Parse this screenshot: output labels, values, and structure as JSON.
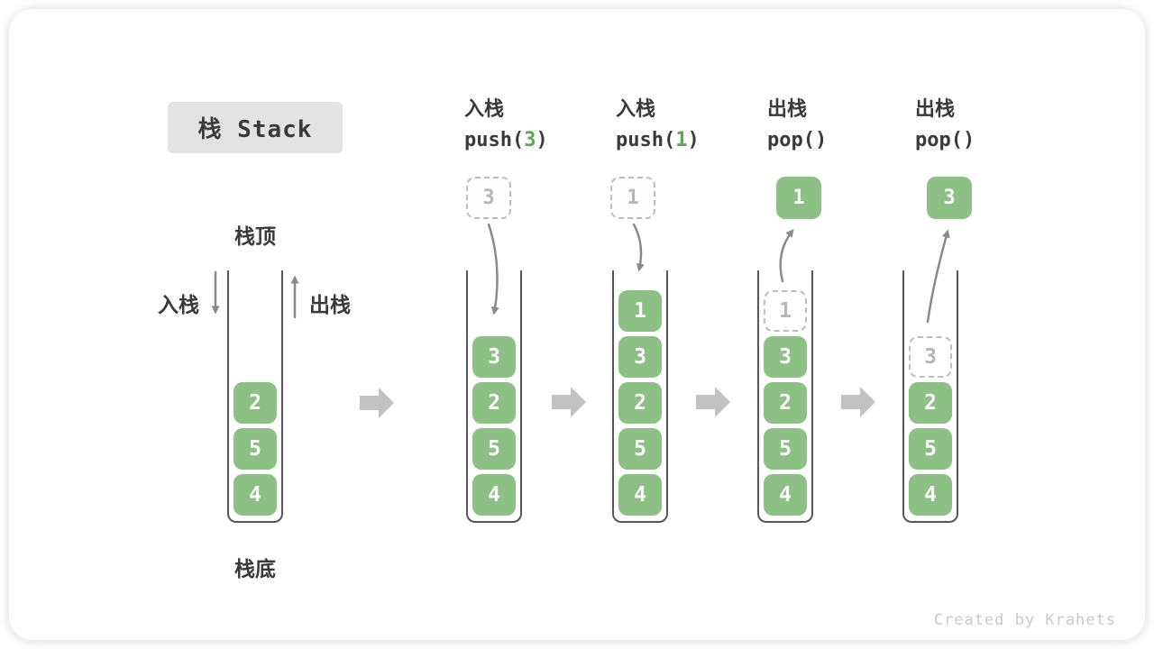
{
  "title": "栈 Stack",
  "watermark": "Created by Krahets",
  "anatomy": {
    "top": "栈顶",
    "bottom": "栈底",
    "push": "入栈",
    "pop": "出栈"
  },
  "operations": [
    {
      "name": "入栈",
      "code": {
        "pre": "push(",
        "arg": "3",
        "post": ")"
      }
    },
    {
      "name": "入栈",
      "code": {
        "pre": "push(",
        "arg": "1",
        "post": ")"
      }
    },
    {
      "name": "出栈",
      "code": {
        "pre": "pop()",
        "arg": "",
        "post": ""
      }
    },
    {
      "name": "出栈",
      "code": {
        "pre": "pop()",
        "arg": "",
        "post": ""
      }
    }
  ],
  "floating_values": [
    {
      "value": "3",
      "variant": "ghost"
    },
    {
      "value": "1",
      "variant": "ghost"
    },
    {
      "value": "1",
      "variant": "solid"
    },
    {
      "value": "3",
      "variant": "solid"
    }
  ],
  "stacks": [
    {
      "cells": [
        {
          "value": "2"
        },
        {
          "value": "5"
        },
        {
          "value": "4"
        }
      ]
    },
    {
      "cells": [
        {
          "value": "3"
        },
        {
          "value": "2"
        },
        {
          "value": "5"
        },
        {
          "value": "4"
        }
      ]
    },
    {
      "cells": [
        {
          "value": "1"
        },
        {
          "value": "3"
        },
        {
          "value": "2"
        },
        {
          "value": "5"
        },
        {
          "value": "4"
        }
      ]
    },
    {
      "cells": [
        {
          "value": "1",
          "ghost": true
        },
        {
          "value": "3"
        },
        {
          "value": "2"
        },
        {
          "value": "5"
        },
        {
          "value": "4"
        }
      ]
    },
    {
      "cells": [
        {
          "value": "3",
          "ghost": true
        },
        {
          "value": "2"
        },
        {
          "value": "5"
        },
        {
          "value": "4"
        }
      ]
    }
  ],
  "icons": {
    "flow_arrow": "block-arrow-right",
    "push_arrow": "arrow-down",
    "pop_arrow": "arrow-up",
    "push_motion": "curved-arrow-into-stack",
    "pop_motion": "curved-arrow-out-of-stack"
  },
  "colors": {
    "block_green": "#8CC084",
    "code_green": "#5FA455",
    "badge_bg": "#E3E3E3",
    "text_dark": "#3A3A3A",
    "wall_gray": "#57575B",
    "ghost_border": "#BCBCBC",
    "ghost_text": "#B6B6B6",
    "curve_arrow": "#8A8A8A",
    "flow_arrow": "#C2C2C2",
    "watermark_gray": "#C9C9C9"
  }
}
